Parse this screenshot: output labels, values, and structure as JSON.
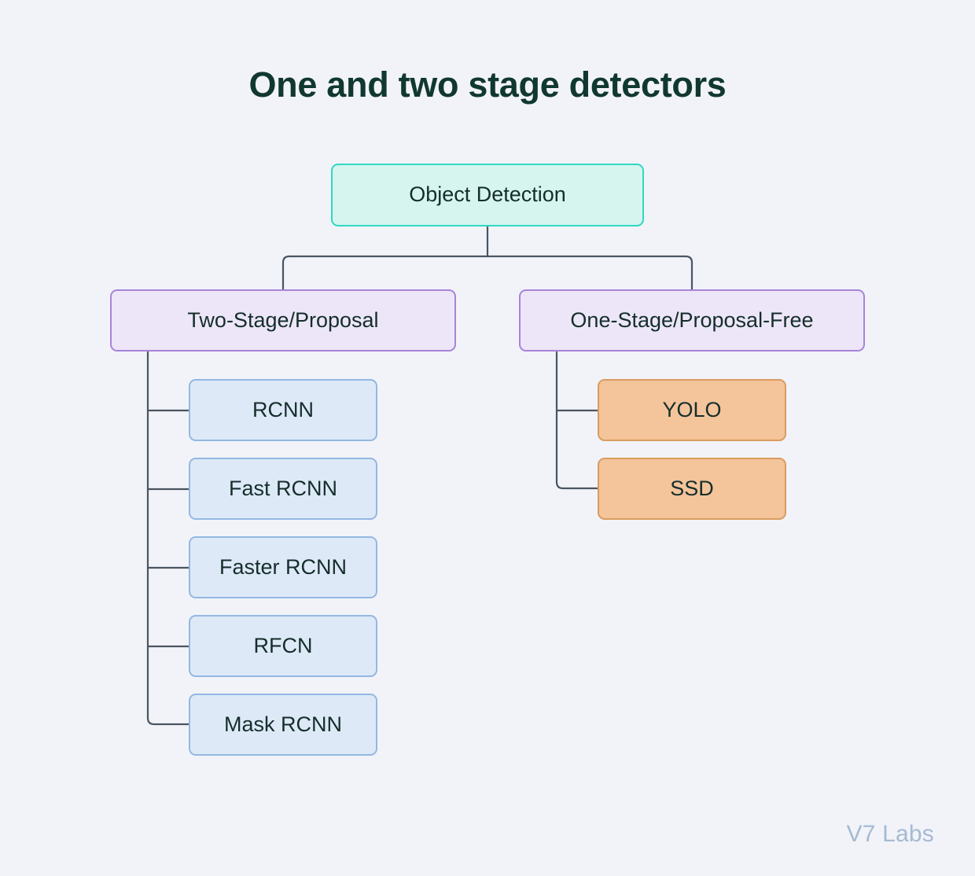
{
  "title": "One and two stage detectors",
  "watermark": "V7 Labs",
  "colors": {
    "background": "#F2F3F9",
    "title_text": "#10382F",
    "node_text": "#152E2B",
    "connector": "#4A5560",
    "root_fill": "#D6F5EF",
    "root_border": "#2ED9C3",
    "branch_fill": "#EDE6F8",
    "branch_border": "#A684D8",
    "leaf_blue_fill": "#DEE9F8",
    "leaf_blue_border": "#93B8E2",
    "leaf_orange_fill": "#F4C49B",
    "leaf_orange_border": "#DA9C60",
    "watermark_text": "#A5BAD2"
  },
  "diagram": {
    "type": "tree",
    "root": {
      "label": "Object Detection"
    },
    "branches": [
      {
        "label": "Two-Stage/Proposal",
        "style": "purple",
        "children": [
          {
            "label": "RCNN"
          },
          {
            "label": "Fast RCNN"
          },
          {
            "label": "Faster RCNN"
          },
          {
            "label": "RFCN"
          },
          {
            "label": "Mask RCNN"
          }
        ]
      },
      {
        "label": "One-Stage/Proposal-Free",
        "style": "purple",
        "children": [
          {
            "label": "YOLO"
          },
          {
            "label": "SSD"
          }
        ]
      }
    ]
  }
}
